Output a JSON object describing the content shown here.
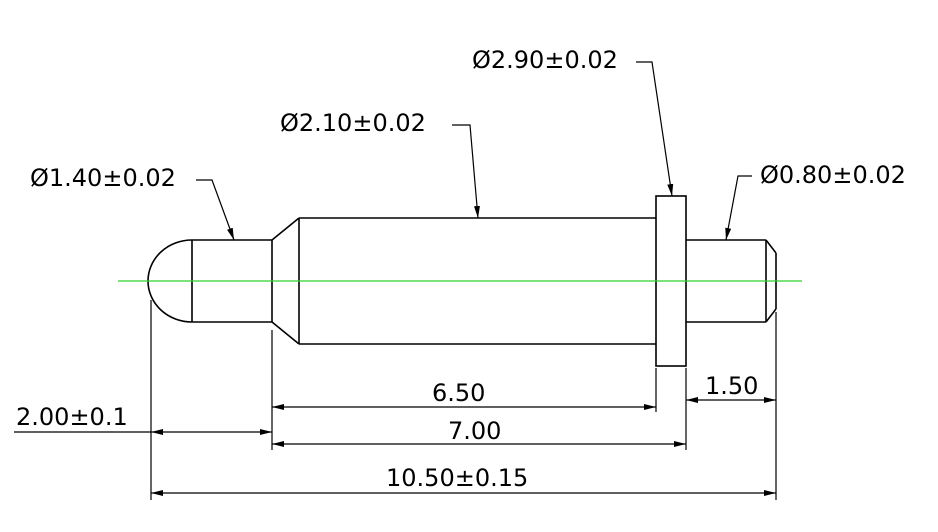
{
  "colors": {
    "line": "#000000",
    "centerline": "#2fd12f",
    "background": "#ffffff"
  },
  "dimensions": {
    "dia_tip": "Ø1.40±0.02",
    "dia_body": "Ø2.10±0.02",
    "dia_collar": "Ø2.90±0.02",
    "dia_tail": "Ø0.80±0.02",
    "len_tip": "2.00±0.1",
    "len_body": "6.50",
    "len_body_collar": "7.00",
    "len_tail": "1.50",
    "len_total": "10.50±0.15"
  }
}
